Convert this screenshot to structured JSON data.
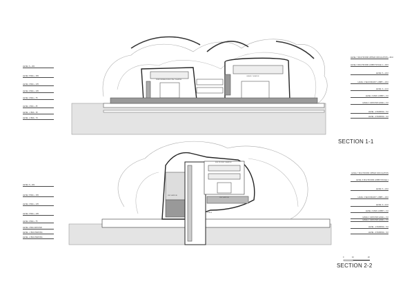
{
  "section_1": {
    "title": "SECTION 1-1",
    "rooms": [
      "PERFORMANCE/RECITAL THEATER",
      "GRAND THEATER"
    ],
    "levels_left": [
      "LEVEL 6 + 201",
      "LEVEL 5 B2A + 165",
      "LEVEL 4 B2A + 135",
      "LEVEL 3 B2A + 105",
      "LEVEL 2 B2A + 75",
      "LEVEL 1 B2A + 45",
      "LEVEL -1 B2A - 35",
      "LEVEL -2 B2A - 70"
    ],
    "levels_right": [
      "LEVEL 7 MULTIFORM UPPER CIRCULATION + 36.0",
      "LEVEL 6 MULTIFORM LOBBY/STAGE 1 + 30.5",
      "LEVEL 5 + 24.0",
      "LEVEL 4 SECONDARY LOBBY + 18.0",
      "LEVEL 3 + 12.0",
      "LEVEL 2 MAIN LOBBY + 6.0",
      "LEVEL 1 GROUND LEVEL + 0.0",
      "LEVEL -1 PARKING - 5.0",
      "LEVEL -2 PARKING - 9.0"
    ]
  },
  "section_2": {
    "title": "SECTION 2-2",
    "rooms": [
      "MULTIFORM THEATER",
      "MECHANICAL",
      "MECHANICAL",
      "STAGE"
    ],
    "levels_left": [
      "LEVEL 6 + 201",
      "LEVEL 5 B2A + 165",
      "LEVEL 4 B2A + 135",
      "LEVEL 3 B2A + 105",
      "LEVEL 2 B2A + 75",
      "LEVEL 1 B2A GROUND",
      "LEVEL -1 B2A PARKING",
      "LEVEL -2 B2A PARKING"
    ],
    "levels_right": [
      "LEVEL 7 MULTIFORM UPPER CIRCULATION",
      "LEVEL 6 MULTIFORM LOBBY/STAGE 1",
      "LEVEL 5 + 24.0",
      "LEVEL 4 SECONDARY LOBBY + 18.0",
      "LEVEL 3 + 12.0",
      "LEVEL 2 MAIN LOBBY + 6.0",
      "LEVEL 1 GROUND LEVEL + 0.0",
      "LEVEL 1 GROUND LEVEL + 0.0",
      "LEVEL -1 PARKING - 5.0",
      "LEVEL -2 PARKING - 9.0"
    ]
  },
  "scale_bar": [
    "0",
    "10",
    "20"
  ]
}
